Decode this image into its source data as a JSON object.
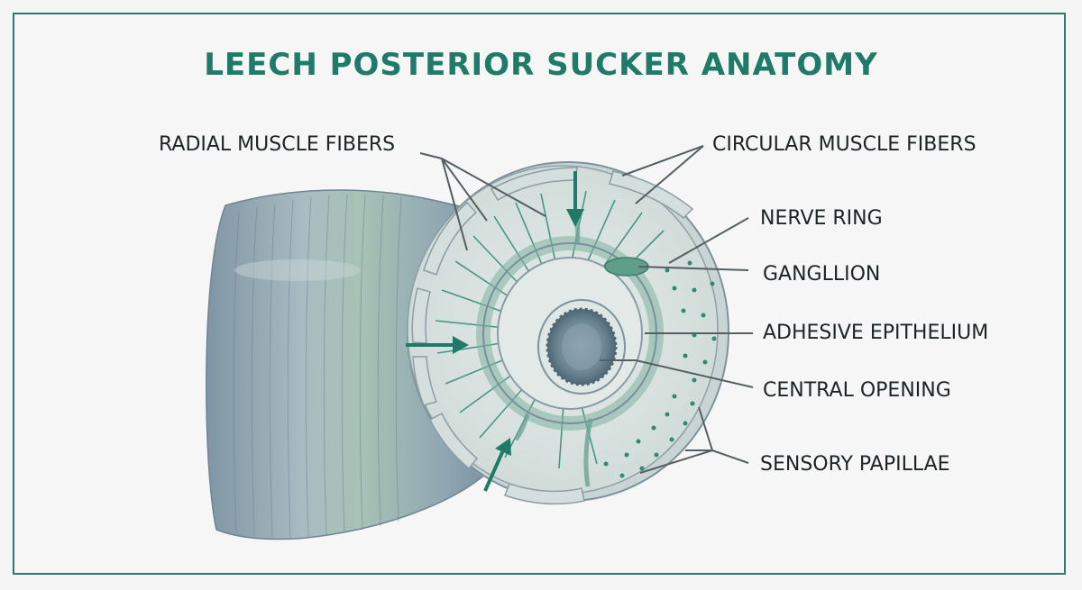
{
  "title": "LEECH POSTERIOR SUCKER ANATOMY",
  "labels": {
    "radial_muscle_fibers": "RADIAL MUSCLE FIBERS",
    "circular_muscle_fibers": "CIRCULAR MUSCLE FIBERS",
    "nerve_ring": "NERVE RING",
    "ganglion": "GANGLLION",
    "adhesive_epithelium": "ADHESIVE EPITHELIUM",
    "central_opening": "CENTRAL OPENING",
    "sensory_papillae": "SENSORY PAPILLAE"
  },
  "colors": {
    "accent": "#1f7a68",
    "frame": "#2e7a6a",
    "body_gray_blue": "#8fa3b0",
    "muscle_green": "#2f8a74",
    "disc_face": "#dde5e3",
    "text": "#1e2426"
  }
}
